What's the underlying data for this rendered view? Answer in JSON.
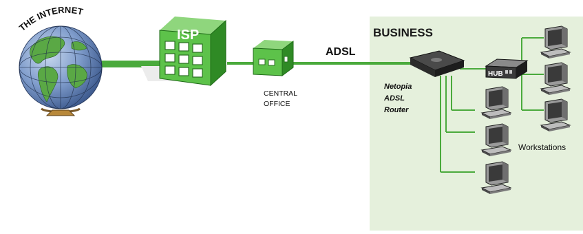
{
  "labels": {
    "internet": "THE INTERNET",
    "isp": "ISP",
    "central_office_line1": "CENTRAL",
    "central_office_line2": "OFFICE",
    "adsl": "ADSL",
    "business": "BUSINESS",
    "router_line1": "Netopia",
    "router_line2": "ADSL",
    "router_line3": "Router",
    "hub": "HUB",
    "workstations": "Workstations"
  },
  "colors": {
    "business_zone": "#e5f0dc",
    "line_green": "#4aaa3c",
    "building_green": "#5dc24a",
    "building_dark": "#2f8a25",
    "ocean_blue": "#6b8fc4",
    "land_green": "#5aa845"
  },
  "icons": {
    "globe": "globe-icon",
    "isp_building": "building-icon",
    "central_office": "building-icon",
    "router": "router-icon",
    "hub": "hub-icon",
    "workstation": "computer-icon"
  },
  "workstation_count": 6
}
